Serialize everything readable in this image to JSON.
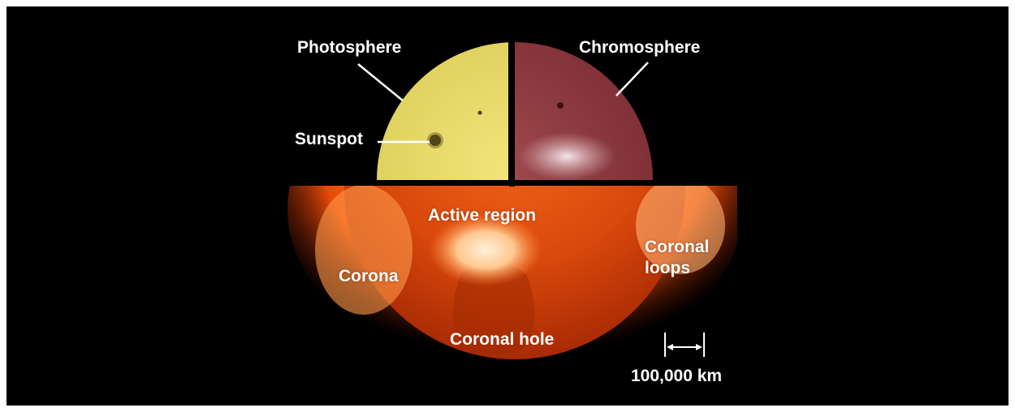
{
  "labels": {
    "photosphere": "Photosphere",
    "chromosphere": "Chromosphere",
    "sunspot": "Sunspot",
    "active_region": "Active region",
    "corona": "Corona",
    "coronal_loops_line1": "Coronal",
    "coronal_loops_line2": "loops",
    "coronal_hole": "Coronal hole",
    "scale": "100,000 km"
  },
  "colors": {
    "background": "#000000",
    "photosphere": "#e8dc6a",
    "chromosphere": "#8c3a3e",
    "corona": "#ff6a10",
    "label_text": "#ffffff"
  }
}
